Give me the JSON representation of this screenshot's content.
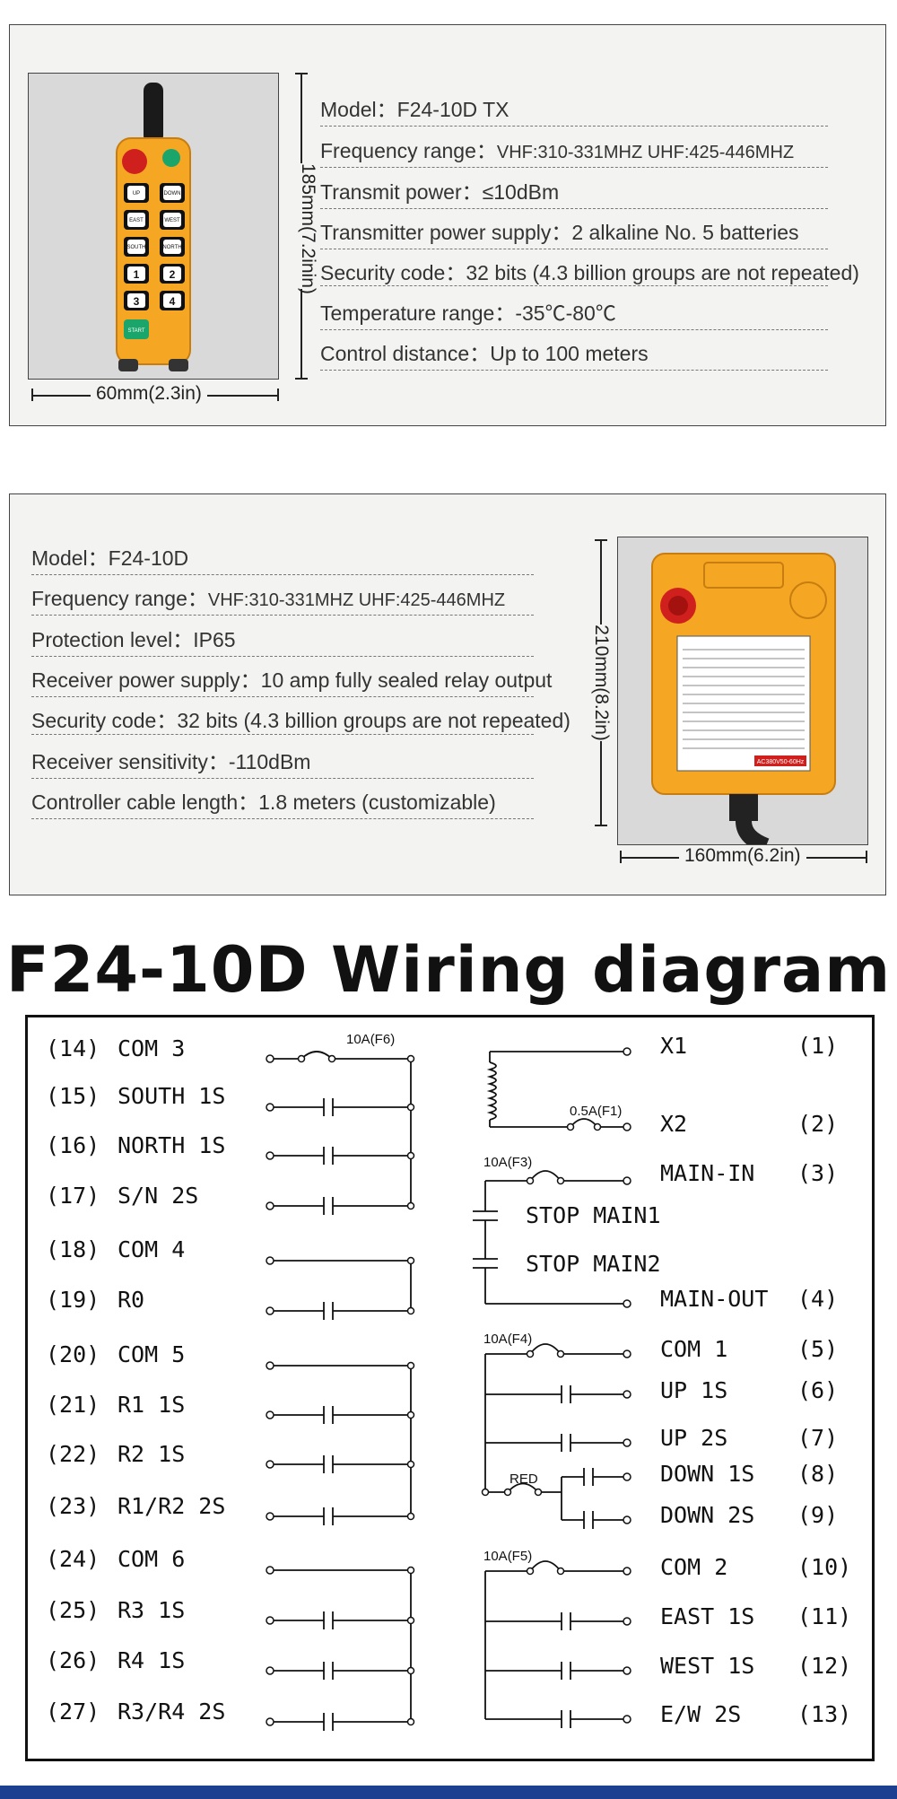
{
  "transmitter": {
    "specs": [
      {
        "label": "Model：",
        "value": "F24-10D TX"
      },
      {
        "label": "Frequency range：",
        "value": "VHF:310-331MHZ UHF:425-446MHZ"
      },
      {
        "label": "Transmit power：",
        "value": "≤10dBm"
      },
      {
        "label": "Transmitter power supply：",
        "value": "2 alkaline No. 5 batteries"
      },
      {
        "label": "Security code：",
        "value": "32 bits (4.3 billion groups are not repeated)"
      },
      {
        "label": "Temperature range：",
        "value": "-35℃-80℃"
      },
      {
        "label": "Control distance：",
        "value": "Up to 100 meters"
      }
    ],
    "height_dim": "185mm(7.2inin)",
    "width_dim": "60mm(2.3in)",
    "buttons": [
      "UP",
      "DOWN",
      "EAST",
      "WEST",
      "SOUTH",
      "NORTH",
      "1",
      "2",
      "3",
      "4",
      "START"
    ]
  },
  "receiver": {
    "specs": [
      {
        "label": "Model：",
        "value": "F24-10D"
      },
      {
        "label": "Frequency range：",
        "value": "VHF:310-331MHZ UHF:425-446MHZ"
      },
      {
        "label": "Protection level：",
        "value": "IP65"
      },
      {
        "label": "Receiver power supply：",
        "value": "10 amp fully sealed relay output"
      },
      {
        "label": "Security code：",
        "value": "32 bits (4.3 billion groups are not repeated)"
      },
      {
        "label": "Receiver sensitivity：",
        "value": "-110dBm"
      },
      {
        "label": "Controller cable length：",
        "value": "1.8 meters (customizable)"
      }
    ],
    "height_dim": "210mm(8.2in)",
    "width_dim": "160mm(6.2in)",
    "label_voltage": "AC380V50-60Hz"
  },
  "wiring": {
    "title": "F24-10D Wiring diagram",
    "left_terminals": [
      {
        "num": "(14)",
        "name": "COM 3"
      },
      {
        "num": "(15)",
        "name": "SOUTH 1S"
      },
      {
        "num": "(16)",
        "name": "NORTH 1S"
      },
      {
        "num": "(17)",
        "name": "S/N 2S"
      },
      {
        "num": "(18)",
        "name": "COM 4"
      },
      {
        "num": "(19)",
        "name": "R0"
      },
      {
        "num": "(20)",
        "name": "COM 5"
      },
      {
        "num": "(21)",
        "name": "R1 1S"
      },
      {
        "num": "(22)",
        "name": "R2 1S"
      },
      {
        "num": "(23)",
        "name": "R1/R2 2S"
      },
      {
        "num": "(24)",
        "name": "COM 6"
      },
      {
        "num": "(25)",
        "name": "R3 1S"
      },
      {
        "num": "(26)",
        "name": "R4 1S"
      },
      {
        "num": "(27)",
        "name": "R3/R4 2S"
      }
    ],
    "right_terminals": [
      {
        "num": "(1)",
        "name": "X1"
      },
      {
        "num": "(2)",
        "name": "X2"
      },
      {
        "num": "(3)",
        "name": "MAIN-IN"
      },
      {
        "num": "(4)",
        "name": "MAIN-OUT"
      },
      {
        "num": "(5)",
        "name": "COM 1"
      },
      {
        "num": "(6)",
        "name": "UP 1S"
      },
      {
        "num": "(7)",
        "name": "UP 2S"
      },
      {
        "num": "(8)",
        "name": "DOWN 1S"
      },
      {
        "num": "(9)",
        "name": "DOWN 2S"
      },
      {
        "num": "(10)",
        "name": "COM 2"
      },
      {
        "num": "(11)",
        "name": "EAST 1S"
      },
      {
        "num": "(12)",
        "name": "WEST 1S"
      },
      {
        "num": "(13)",
        "name": "E/W 2S"
      }
    ],
    "internal": {
      "stop1": "STOP MAIN1",
      "stop2": "STOP MAIN2",
      "fuse_f6": "10A(F6)",
      "fuse_f1": "0.5A(F1)",
      "fuse_f3": "10A(F3)",
      "fuse_f4": "10A(F4)",
      "fuse_f5": "10A(F5)",
      "red": "RED"
    }
  }
}
